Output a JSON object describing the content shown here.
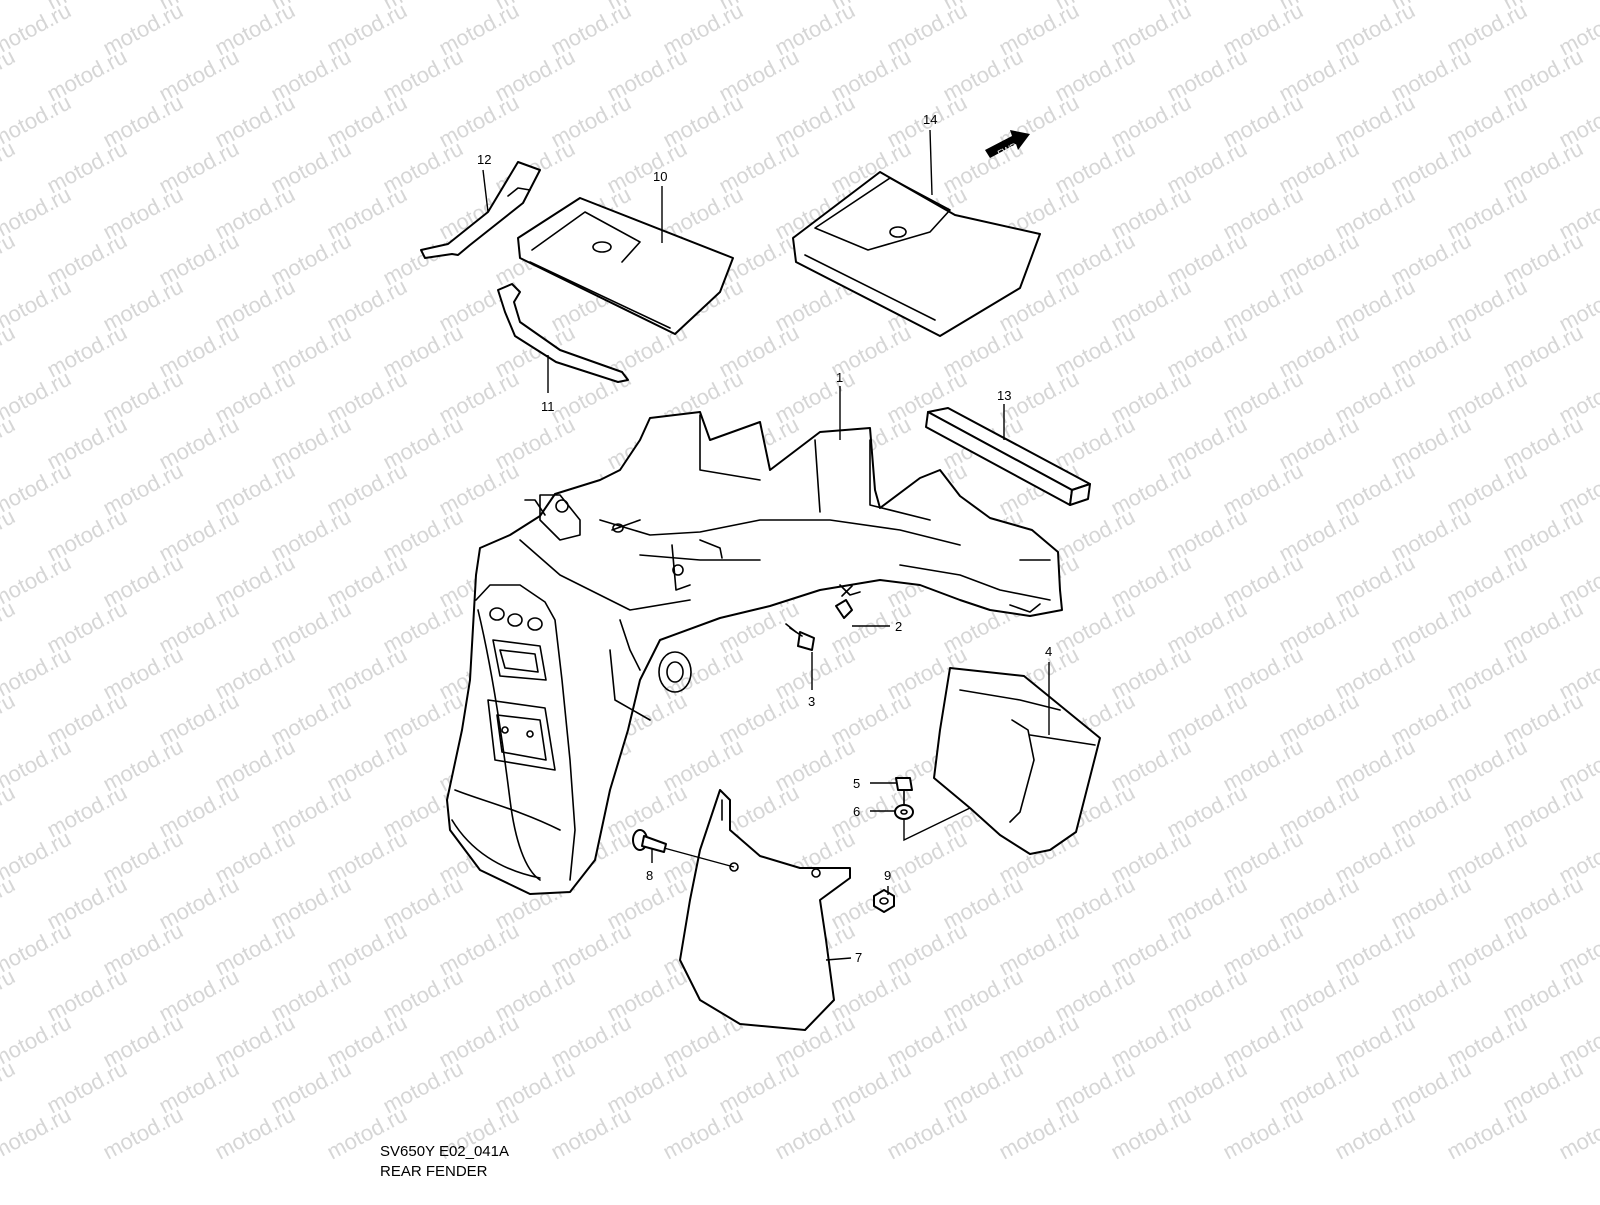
{
  "watermark": "motod.ru",
  "fwd_label": "FWD",
  "caption": {
    "code": "SV650Y E02_041A",
    "title": "REAR FENDER"
  },
  "callouts": [
    "1",
    "2",
    "3",
    "4",
    "5",
    "6",
    "7",
    "8",
    "9",
    "10",
    "11",
    "12",
    "13",
    "14"
  ]
}
